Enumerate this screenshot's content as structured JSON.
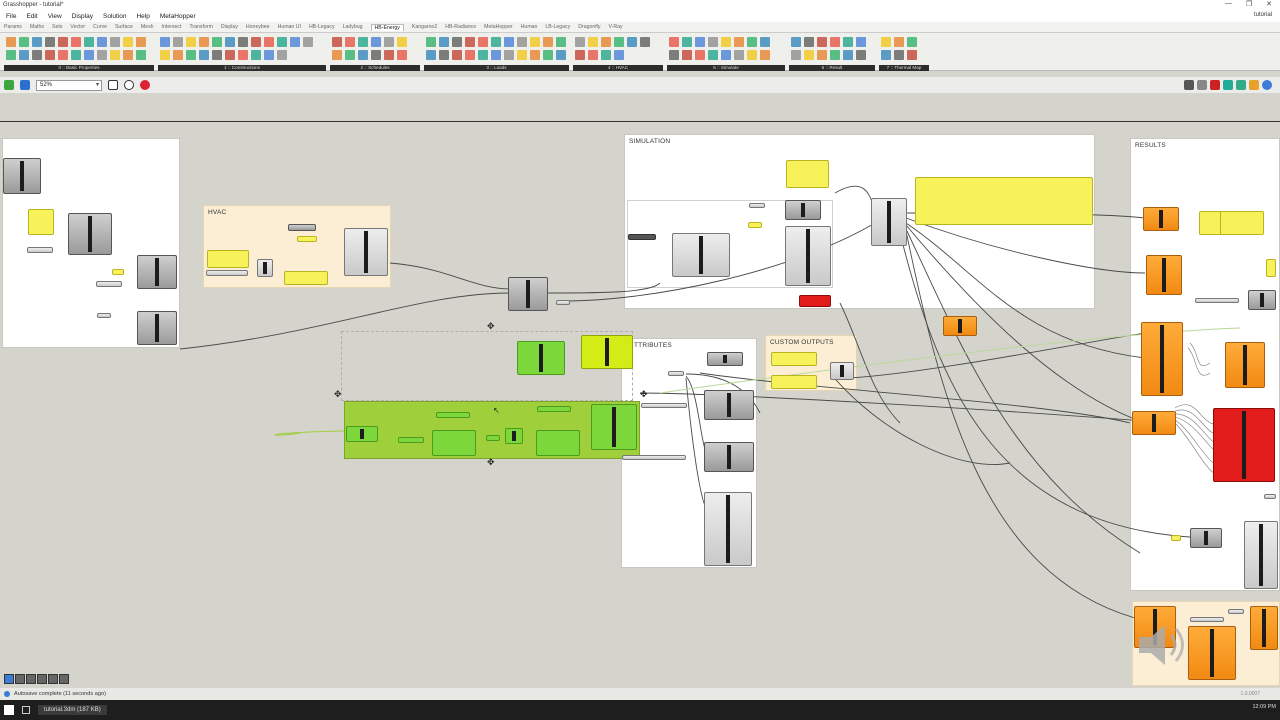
{
  "window": {
    "title": "Grasshopper - tutorial*",
    "controls": [
      "—",
      "❐",
      "✕"
    ]
  },
  "menu": {
    "items": [
      "File",
      "Edit",
      "View",
      "Display",
      "Solution",
      "Help",
      "MetaHopper"
    ],
    "doc_name": "tutorial"
  },
  "component_tabs": [
    "Params",
    "Maths",
    "Sets",
    "Vector",
    "Curve",
    "Surface",
    "Mesh",
    "Intersect",
    "Transform",
    "Display",
    "Honeybee",
    "Human UI",
    "HB-Legacy",
    "Ladybug",
    "HB-Energy",
    "Kangaroo2",
    "HB-Radiance",
    "MetaHopper",
    "Human",
    "LB-Legacy",
    "Dragonfly",
    "V-Ray"
  ],
  "active_tab": "HB-Energy",
  "ribbon_groups": [
    {
      "label": "0 :: Basic Properties",
      "icons": 22
    },
    {
      "label": "1 :: Constructions",
      "icons": 22
    },
    {
      "label": "2 :: Schedules",
      "icons": 14
    },
    {
      "label": "3 :: Loads",
      "icons": 22
    },
    {
      "label": "4 :: HVAC",
      "icons": 10
    },
    {
      "label": "5 :: Simulate",
      "icons": 18
    },
    {
      "label": "6 :: Result",
      "icons": 12
    },
    {
      "label": "7 :: Thermal Map",
      "icons": 8
    }
  ],
  "canvas_toolbar": {
    "zoom": "52%"
  },
  "groups": {
    "hvac": "HVAC",
    "simulation": "SIMULATION",
    "results": "RESULTS",
    "attributes": "TTRIBUTES",
    "custom_outputs": "CUSTOM OUTPUTS"
  },
  "status": {
    "autosave": "Autosave complete (11 seconds ago)",
    "version": "1.0.0007"
  },
  "taskbar": {
    "app": "tutorial.3dm (187 KB)",
    "clock": "12:09 PM"
  },
  "colors": {
    "accent_orange": "#f18a12",
    "node_grey": "#9a9a9a",
    "group_green": "#9fcf3a",
    "group_orange": "#fbeed5"
  }
}
